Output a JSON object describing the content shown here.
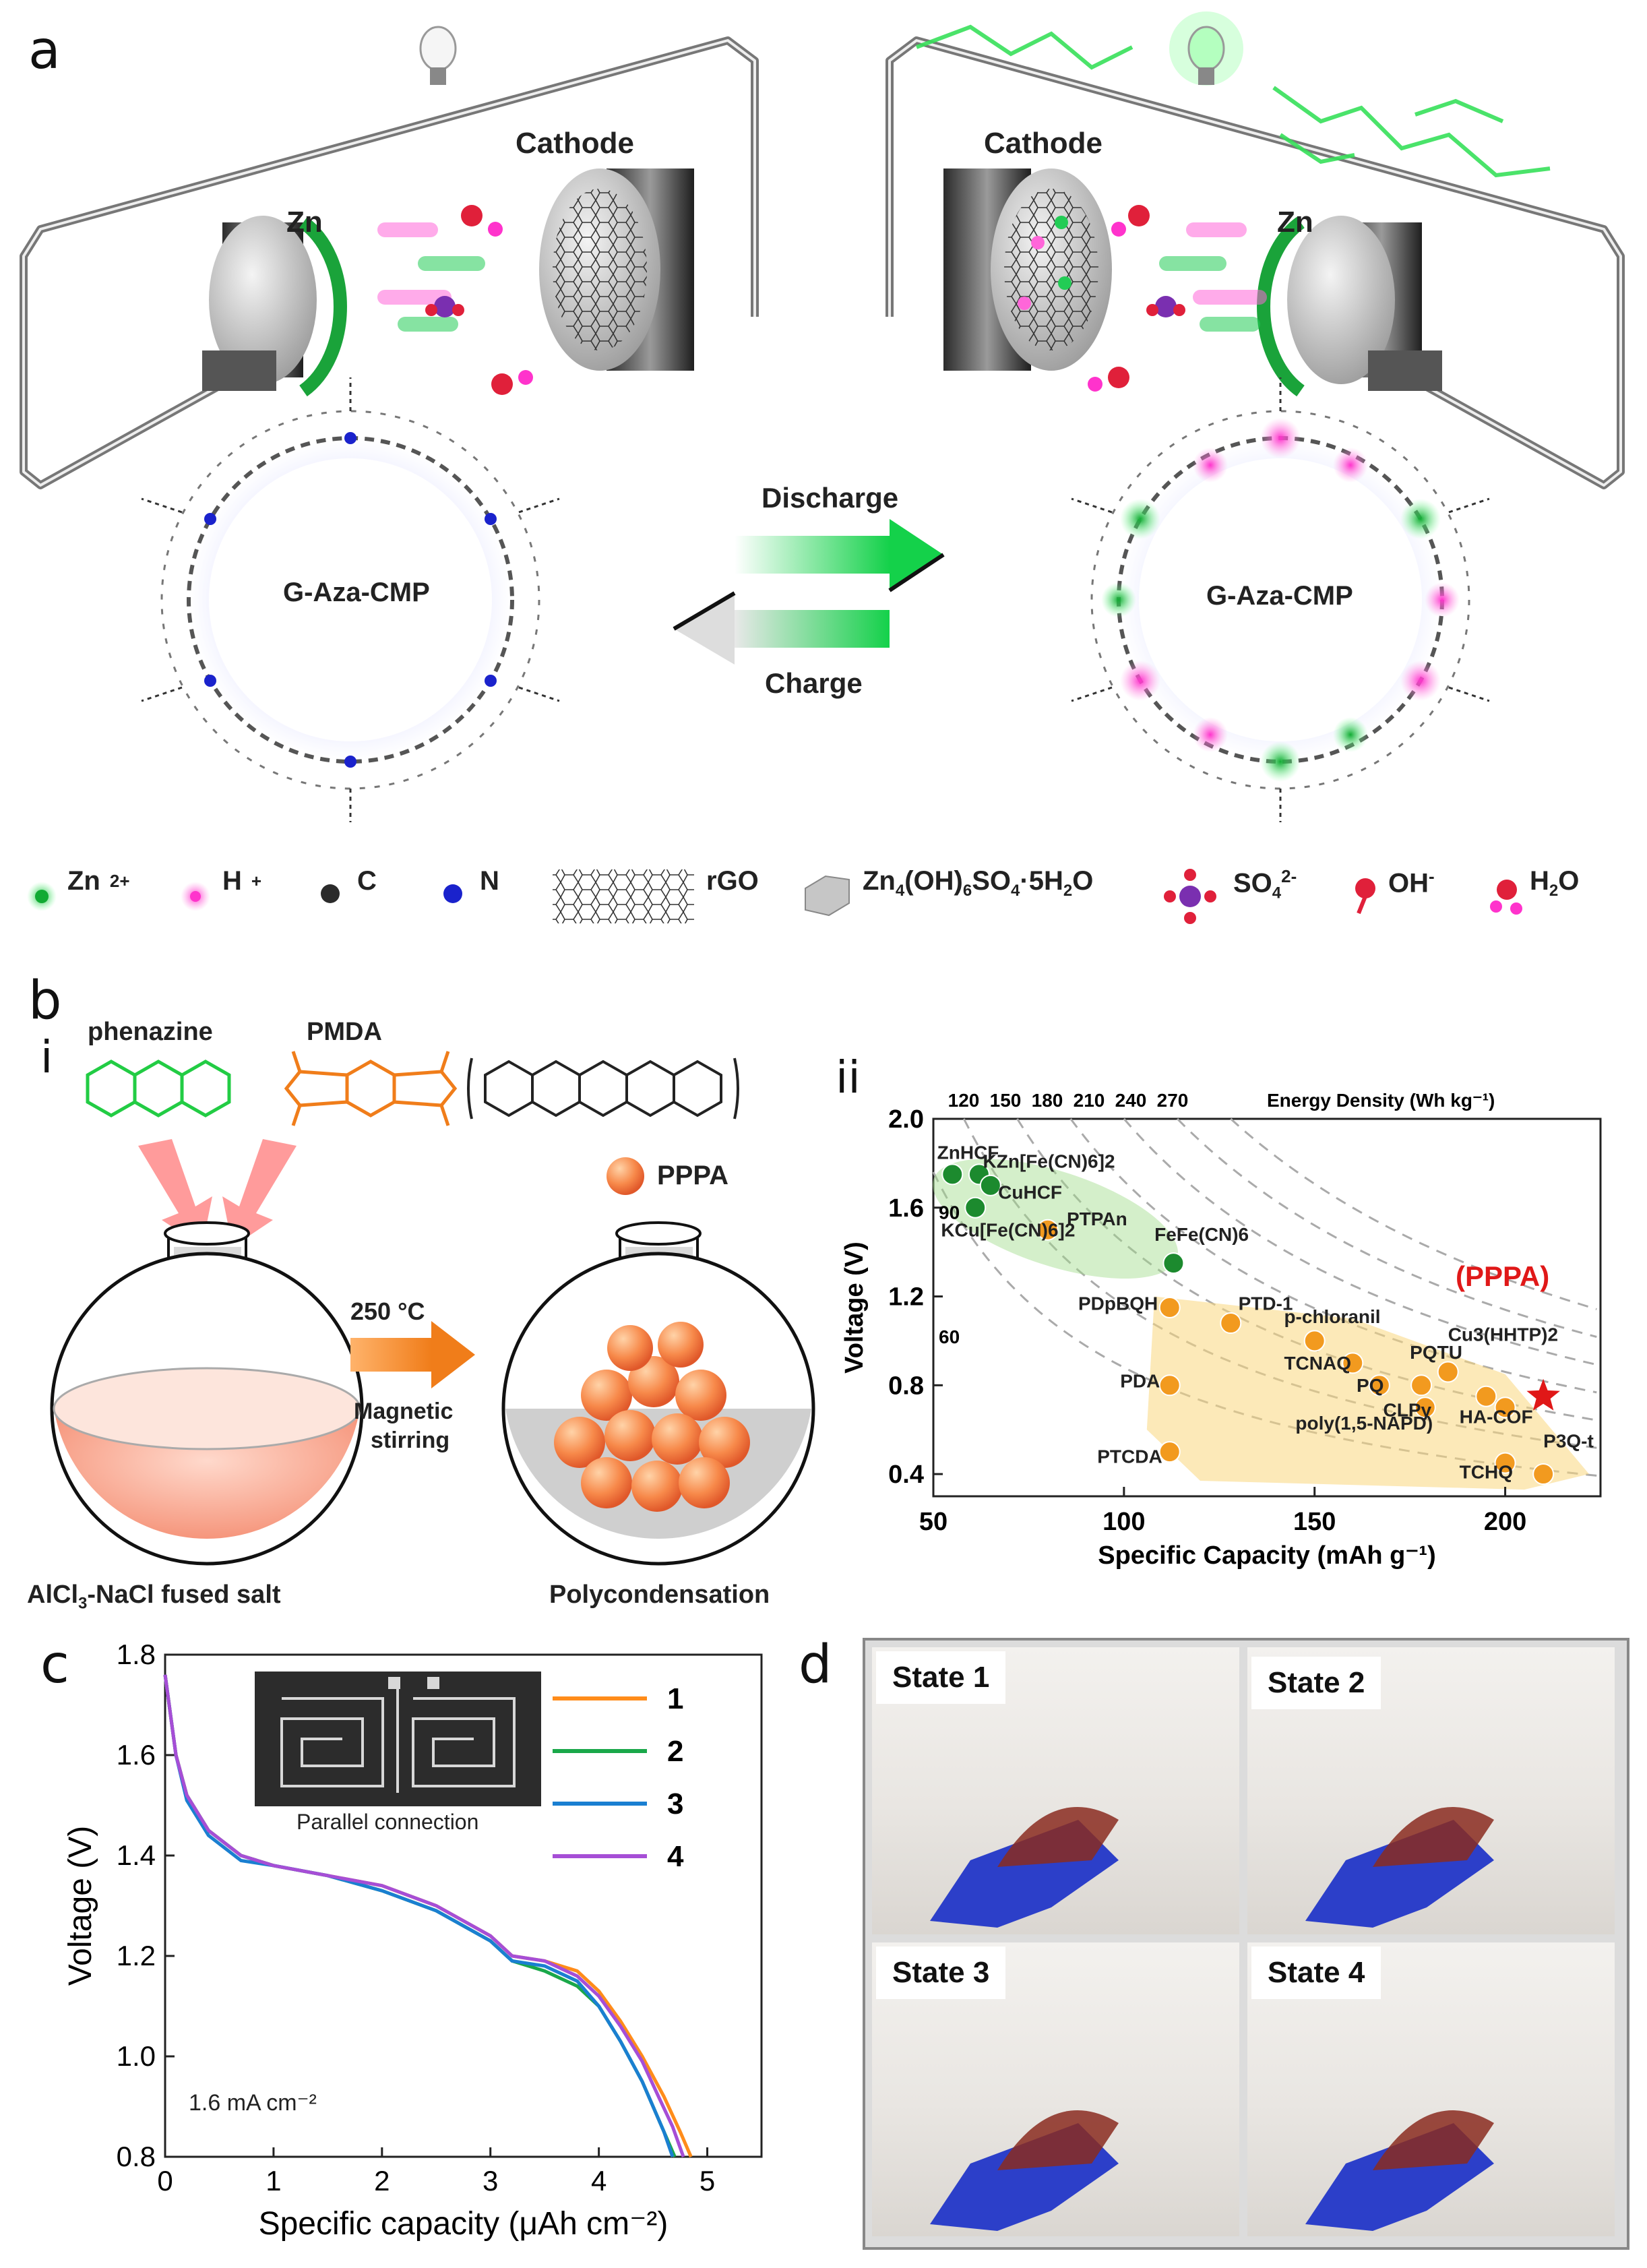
{
  "panels": {
    "a": "a",
    "b": "b",
    "b_i": "i",
    "b_ii": "ii",
    "c": "c",
    "d": "d"
  },
  "panel_a": {
    "left_zn": "Zn",
    "left_cathode": "Cathode",
    "right_zn": "Zn",
    "right_cathode": "Cathode",
    "left_framework": "G-Aza-CMP",
    "right_framework": "G-Aza-CMP",
    "discharge": "Discharge",
    "charge": "Charge",
    "legend": [
      {
        "label": "Zn",
        "sup": "2+",
        "sub": "",
        "icon": "zn-ion-icon",
        "color": "#22b14c"
      },
      {
        "label": "H",
        "sup": "+",
        "sub": "",
        "icon": "proton-icon",
        "color": "#ff33cc"
      },
      {
        "label": "C",
        "sup": "",
        "sub": "",
        "icon": "carbon-atom-icon",
        "color": "#333333"
      },
      {
        "label": "N",
        "sup": "",
        "sub": "",
        "icon": "nitrogen-atom-icon",
        "color": "#1a22cc"
      },
      {
        "label": "rGO",
        "sup": "",
        "sub": "",
        "icon": "rgo-sheet-icon",
        "color": "#444444"
      },
      {
        "label": "Zn4(OH)6SO4·5H2O",
        "sup": "",
        "sub": "",
        "icon": "zhs-flake-icon",
        "color": "#aaaaaa"
      },
      {
        "label": "SO4",
        "sup": "2-",
        "sub": "4",
        "icon": "sulfate-icon",
        "color": "#7a2fb0"
      },
      {
        "label": "OH",
        "sup": "-",
        "sub": "",
        "icon": "hydroxide-icon",
        "color": "#e0203a"
      },
      {
        "label": "H2O",
        "sup": "",
        "sub": "2",
        "icon": "water-icon",
        "color": "#e0203a"
      }
    ]
  },
  "panel_b_i": {
    "phenazine": "phenazine",
    "pmda": "PMDA",
    "pppa": "PPPA",
    "temperature": "250 °C",
    "stirring_line1": "Magnetic",
    "stirring_line2": "stirring",
    "salt_label": "AlCl3-NaCl fused salt",
    "product_label": "Polycondensation",
    "colors": {
      "phenazine": "#22cc44",
      "pmda": "#f07d1a",
      "particle": "#f7894a"
    }
  },
  "panel_b_ii": {
    "chart_data": {
      "type": "scatter",
      "xlabel": "Specific Capacity (mAh g⁻¹)",
      "ylabel": "Voltage (V)",
      "top_axis_label": "Energy Density (Wh kg⁻¹)",
      "xlim": [
        50,
        225
      ],
      "ylim": [
        0.3,
        2.0
      ],
      "x_ticks": [
        50,
        100,
        150,
        200
      ],
      "y_ticks": [
        0.4,
        0.8,
        1.2,
        1.6,
        2.0
      ],
      "top_ticks": [
        "120",
        "150",
        "180",
        "210",
        "240",
        "270"
      ],
      "contour_labels": [
        "90",
        "60"
      ],
      "highlight_label": "(PPPA)",
      "highlight_point": {
        "x": 210,
        "y": 0.75
      },
      "series": [
        {
          "color": "#1c8a2e",
          "points": [
            {
              "label": "ZnHCF",
              "x": 55,
              "y": 1.75
            },
            {
              "label": "KZn[Fe(CN)6]2",
              "x": 62,
              "y": 1.75
            },
            {
              "label": "CuHCF",
              "x": 65,
              "y": 1.7
            },
            {
              "label": "KCu[Fe(CN)6]2",
              "x": 61,
              "y": 1.6
            },
            {
              "label": "FeFe(CN)6",
              "x": 113,
              "y": 1.35
            }
          ]
        },
        {
          "color": "#f29a1f",
          "points": [
            {
              "label": "PTPAn",
              "x": 80,
              "y": 1.5
            },
            {
              "label": "PDpBQH",
              "x": 112,
              "y": 1.15
            },
            {
              "label": "PTD-1",
              "x": 128,
              "y": 1.08
            },
            {
              "label": "p-chloranil",
              "x": 150,
              "y": 1.0
            },
            {
              "label": "TCNAQ",
              "x": 160,
              "y": 0.9
            },
            {
              "label": "PQ",
              "x": 167,
              "y": 0.8
            },
            {
              "label": "PQTU",
              "x": 185,
              "y": 0.86
            },
            {
              "label": "CLPy",
              "x": 179,
              "y": 0.7
            },
            {
              "label": "Cu3(HHTP)2",
              "x": 195,
              "y": 0.75
            },
            {
              "label": "HA-COF",
              "x": 200,
              "y": 0.7
            },
            {
              "label": "PDA",
              "x": 112,
              "y": 0.8
            },
            {
              "label": "PTCDA",
              "x": 112,
              "y": 0.5
            },
            {
              "label": "TCHQ",
              "x": 200,
              "y": 0.45
            },
            {
              "label": "P3Q-t",
              "x": 210,
              "y": 0.4
            },
            {
              "label": "",
              "x": 178,
              "y": 0.8
            }
          ]
        }
      ],
      "labels": {
        "ZnHCF": "ZnHCF",
        "KZn": "KZn[Fe(CN)6]2",
        "CuHCF": "CuHCF",
        "KCu": "KCu[Fe(CN)6]2",
        "PTPAn": "PTPAn",
        "FeFe": "FeFe(CN)6",
        "PDpBQH": "PDpBQH",
        "PTD1": "PTD-1",
        "pchloranil": "p-chloranil",
        "TCNAQ": "TCNAQ",
        "PQ": "PQ",
        "PQTU": "PQTU",
        "CLPy": "CLPy",
        "Cu3": "Cu3(HHTP)2",
        "HACOF": "HA-COF",
        "PDA": "PDA",
        "PTCDA": "PTCDA",
        "TCHQ": "TCHQ",
        "P3Q": "P3Q-t",
        "napd": "poly(1,5-NAPD)"
      }
    }
  },
  "panel_c": {
    "inset_caption": "Parallel connection",
    "current_density": "1.6 mA cm⁻²",
    "chart_data": {
      "type": "line",
      "xlabel": "Specific capacity (μAh cm⁻²)",
      "ylabel": "Voltage (V)",
      "xlim": [
        0,
        5.5
      ],
      "ylim": [
        0.8,
        1.8
      ],
      "x_ticks": [
        0,
        1,
        2,
        3,
        4,
        5
      ],
      "y_ticks": [
        0.8,
        1.0,
        1.2,
        1.4,
        1.6,
        1.8
      ],
      "series": [
        {
          "name": "1",
          "color": "#ff8c1a",
          "x": [
            0,
            0.1,
            0.2,
            0.4,
            0.7,
            1.0,
            1.5,
            2.0,
            2.5,
            3.0,
            3.2,
            3.5,
            3.8,
            4.0,
            4.2,
            4.4,
            4.6,
            4.75,
            4.85
          ],
          "y": [
            1.76,
            1.6,
            1.52,
            1.45,
            1.4,
            1.38,
            1.36,
            1.34,
            1.3,
            1.24,
            1.2,
            1.19,
            1.17,
            1.13,
            1.07,
            1.0,
            0.92,
            0.85,
            0.8
          ]
        },
        {
          "name": "2",
          "color": "#1aa84a",
          "x": [
            0,
            0.1,
            0.2,
            0.4,
            0.7,
            1.0,
            1.5,
            2.0,
            2.5,
            3.0,
            3.2,
            3.5,
            3.8,
            4.0,
            4.2,
            4.4,
            4.5,
            4.6,
            4.7
          ],
          "y": [
            1.76,
            1.6,
            1.52,
            1.45,
            1.4,
            1.38,
            1.36,
            1.33,
            1.29,
            1.23,
            1.19,
            1.17,
            1.14,
            1.1,
            1.03,
            0.95,
            0.9,
            0.85,
            0.8
          ]
        },
        {
          "name": "3",
          "color": "#1a7fd1",
          "x": [
            0,
            0.1,
            0.2,
            0.4,
            0.7,
            1.0,
            1.5,
            2.0,
            2.5,
            3.0,
            3.2,
            3.5,
            3.8,
            4.0,
            4.2,
            4.4,
            4.5,
            4.6,
            4.68
          ],
          "y": [
            1.76,
            1.6,
            1.51,
            1.44,
            1.39,
            1.38,
            1.36,
            1.33,
            1.29,
            1.23,
            1.19,
            1.18,
            1.15,
            1.1,
            1.03,
            0.95,
            0.9,
            0.85,
            0.8
          ]
        },
        {
          "name": "4",
          "color": "#a64ed6",
          "x": [
            0,
            0.1,
            0.2,
            0.4,
            0.7,
            1.0,
            1.5,
            2.0,
            2.5,
            3.0,
            3.2,
            3.5,
            3.8,
            4.0,
            4.2,
            4.4,
            4.55,
            4.68,
            4.78
          ],
          "y": [
            1.76,
            1.6,
            1.52,
            1.45,
            1.4,
            1.38,
            1.36,
            1.34,
            1.3,
            1.24,
            1.2,
            1.19,
            1.16,
            1.12,
            1.06,
            0.99,
            0.92,
            0.86,
            0.8
          ]
        }
      ]
    }
  },
  "panel_d": {
    "states": [
      "State 1",
      "State 2",
      "State 3",
      "State 4"
    ]
  }
}
